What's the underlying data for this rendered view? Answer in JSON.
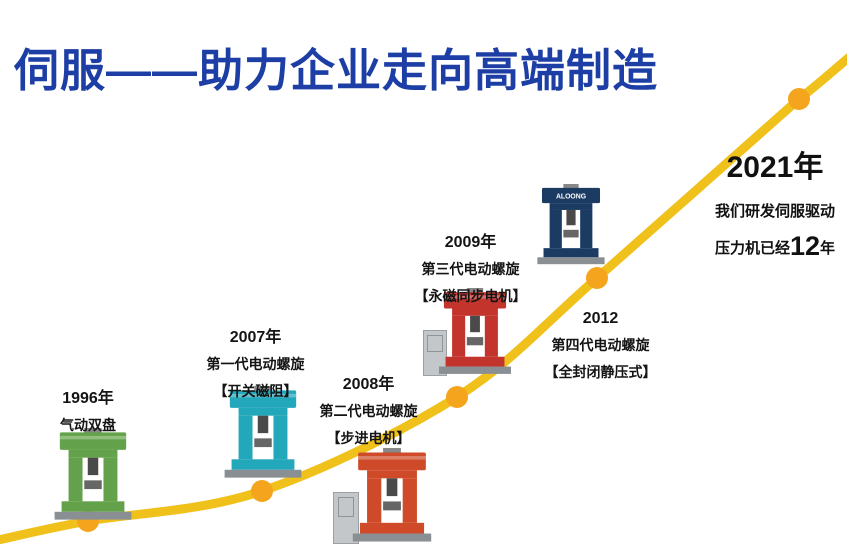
{
  "title": "伺服——助力企业走向高端制造",
  "milestones": [
    {
      "year": "1996年",
      "line1": "气动双盘",
      "line2": ""
    },
    {
      "year": "2007年",
      "line1": "第一代电动螺旋",
      "line2": "【开关磁阻】"
    },
    {
      "year": "2008年",
      "line1": "第二代电动螺旋",
      "line2": "【步进电机】"
    },
    {
      "year": "2009年",
      "line1": "第三代电动螺旋",
      "line2": "【永磁同步电机】"
    },
    {
      "year": "2012",
      "line1": "第四代电动螺旋",
      "line2": "【全封闭静压式】"
    }
  ],
  "summary": {
    "year": "2021年",
    "line1": "我们研发伺服驱动",
    "line2_prefix": "压力机已经",
    "line2_number": "12",
    "line2_suffix": "年"
  },
  "machines": [
    {
      "name": "pneumatic-double-disc-press",
      "color": "#63a24a"
    },
    {
      "name": "first-gen-electric-screw-press",
      "color": "#23a7bb"
    },
    {
      "name": "second-gen-electric-screw-press",
      "color": "#cf4a28"
    },
    {
      "name": "third-gen-electric-screw-press",
      "color": "#c2342c"
    },
    {
      "name": "fourth-gen-electric-screw-press",
      "color": "#1c3b63",
      "brand": "ALOONG"
    }
  ],
  "colors": {
    "title": "#1d3fa5",
    "curve": "#f0c11a",
    "dot": "#f5a41e",
    "background": "#ffffff"
  }
}
